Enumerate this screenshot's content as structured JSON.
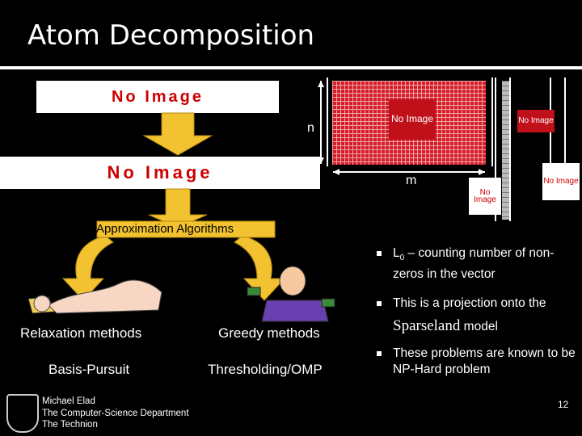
{
  "slide": {
    "title": "Atom Decomposition",
    "page_number": "12"
  },
  "images": {
    "placeholder_large": "No Image",
    "placeholder_small": "No Image"
  },
  "diagram": {
    "label_n": "n",
    "label_m": "m",
    "approximation_label": "Approximation Algorithms",
    "relaxation_label": "Relaxation methods",
    "greedy_label": "Greedy methods",
    "basis_pursuit_label": "Basis-Pursuit",
    "thresholding_label": "Thresholding/OMP"
  },
  "bullets": [
    {
      "before": "L",
      "sub": "0",
      "after": " – counting number of non-zeros in the vector"
    },
    {
      "text": "This is a projection onto the ",
      "emph": "Sparseland",
      "tail": " model"
    },
    {
      "text": "These problems are known to be NP-Hard problem"
    }
  ],
  "footer": {
    "line1": "Michael Elad",
    "line2": "The Computer-Science Department",
    "line3": "The Technion"
  },
  "colors": {
    "background": "#000000",
    "matrix_red": "#d51d28",
    "arrow_yellow": "#f2c230"
  }
}
